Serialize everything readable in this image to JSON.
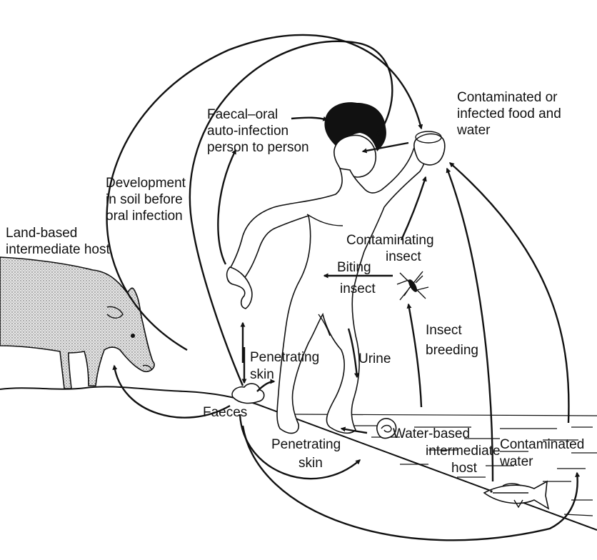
{
  "labels": {
    "food_water": [
      "Contaminated or",
      "infected food and",
      "water"
    ],
    "faecal_oral": [
      "Faecal–oral",
      "auto-infection",
      "person to person"
    ],
    "soil_development": [
      "Development",
      "in soil before",
      "oral infection"
    ],
    "land_host": [
      "Land-based",
      "intermediate host"
    ],
    "contaminating_insect": [
      "Contaminating",
      "insect"
    ],
    "biting_insect": [
      "Biting",
      "insect"
    ],
    "insect_breeding": [
      "Insect",
      "breeding"
    ],
    "penetrating_skin_upper": [
      "Penetrating",
      "skin"
    ],
    "urine": "Urine",
    "faeces": "Faeces",
    "penetrating_skin_lower": [
      "Penetrating",
      "skin"
    ],
    "water_host": [
      "Water-based",
      "intermediate",
      "host"
    ],
    "contaminated_water": [
      "Contaminated",
      "water"
    ]
  }
}
